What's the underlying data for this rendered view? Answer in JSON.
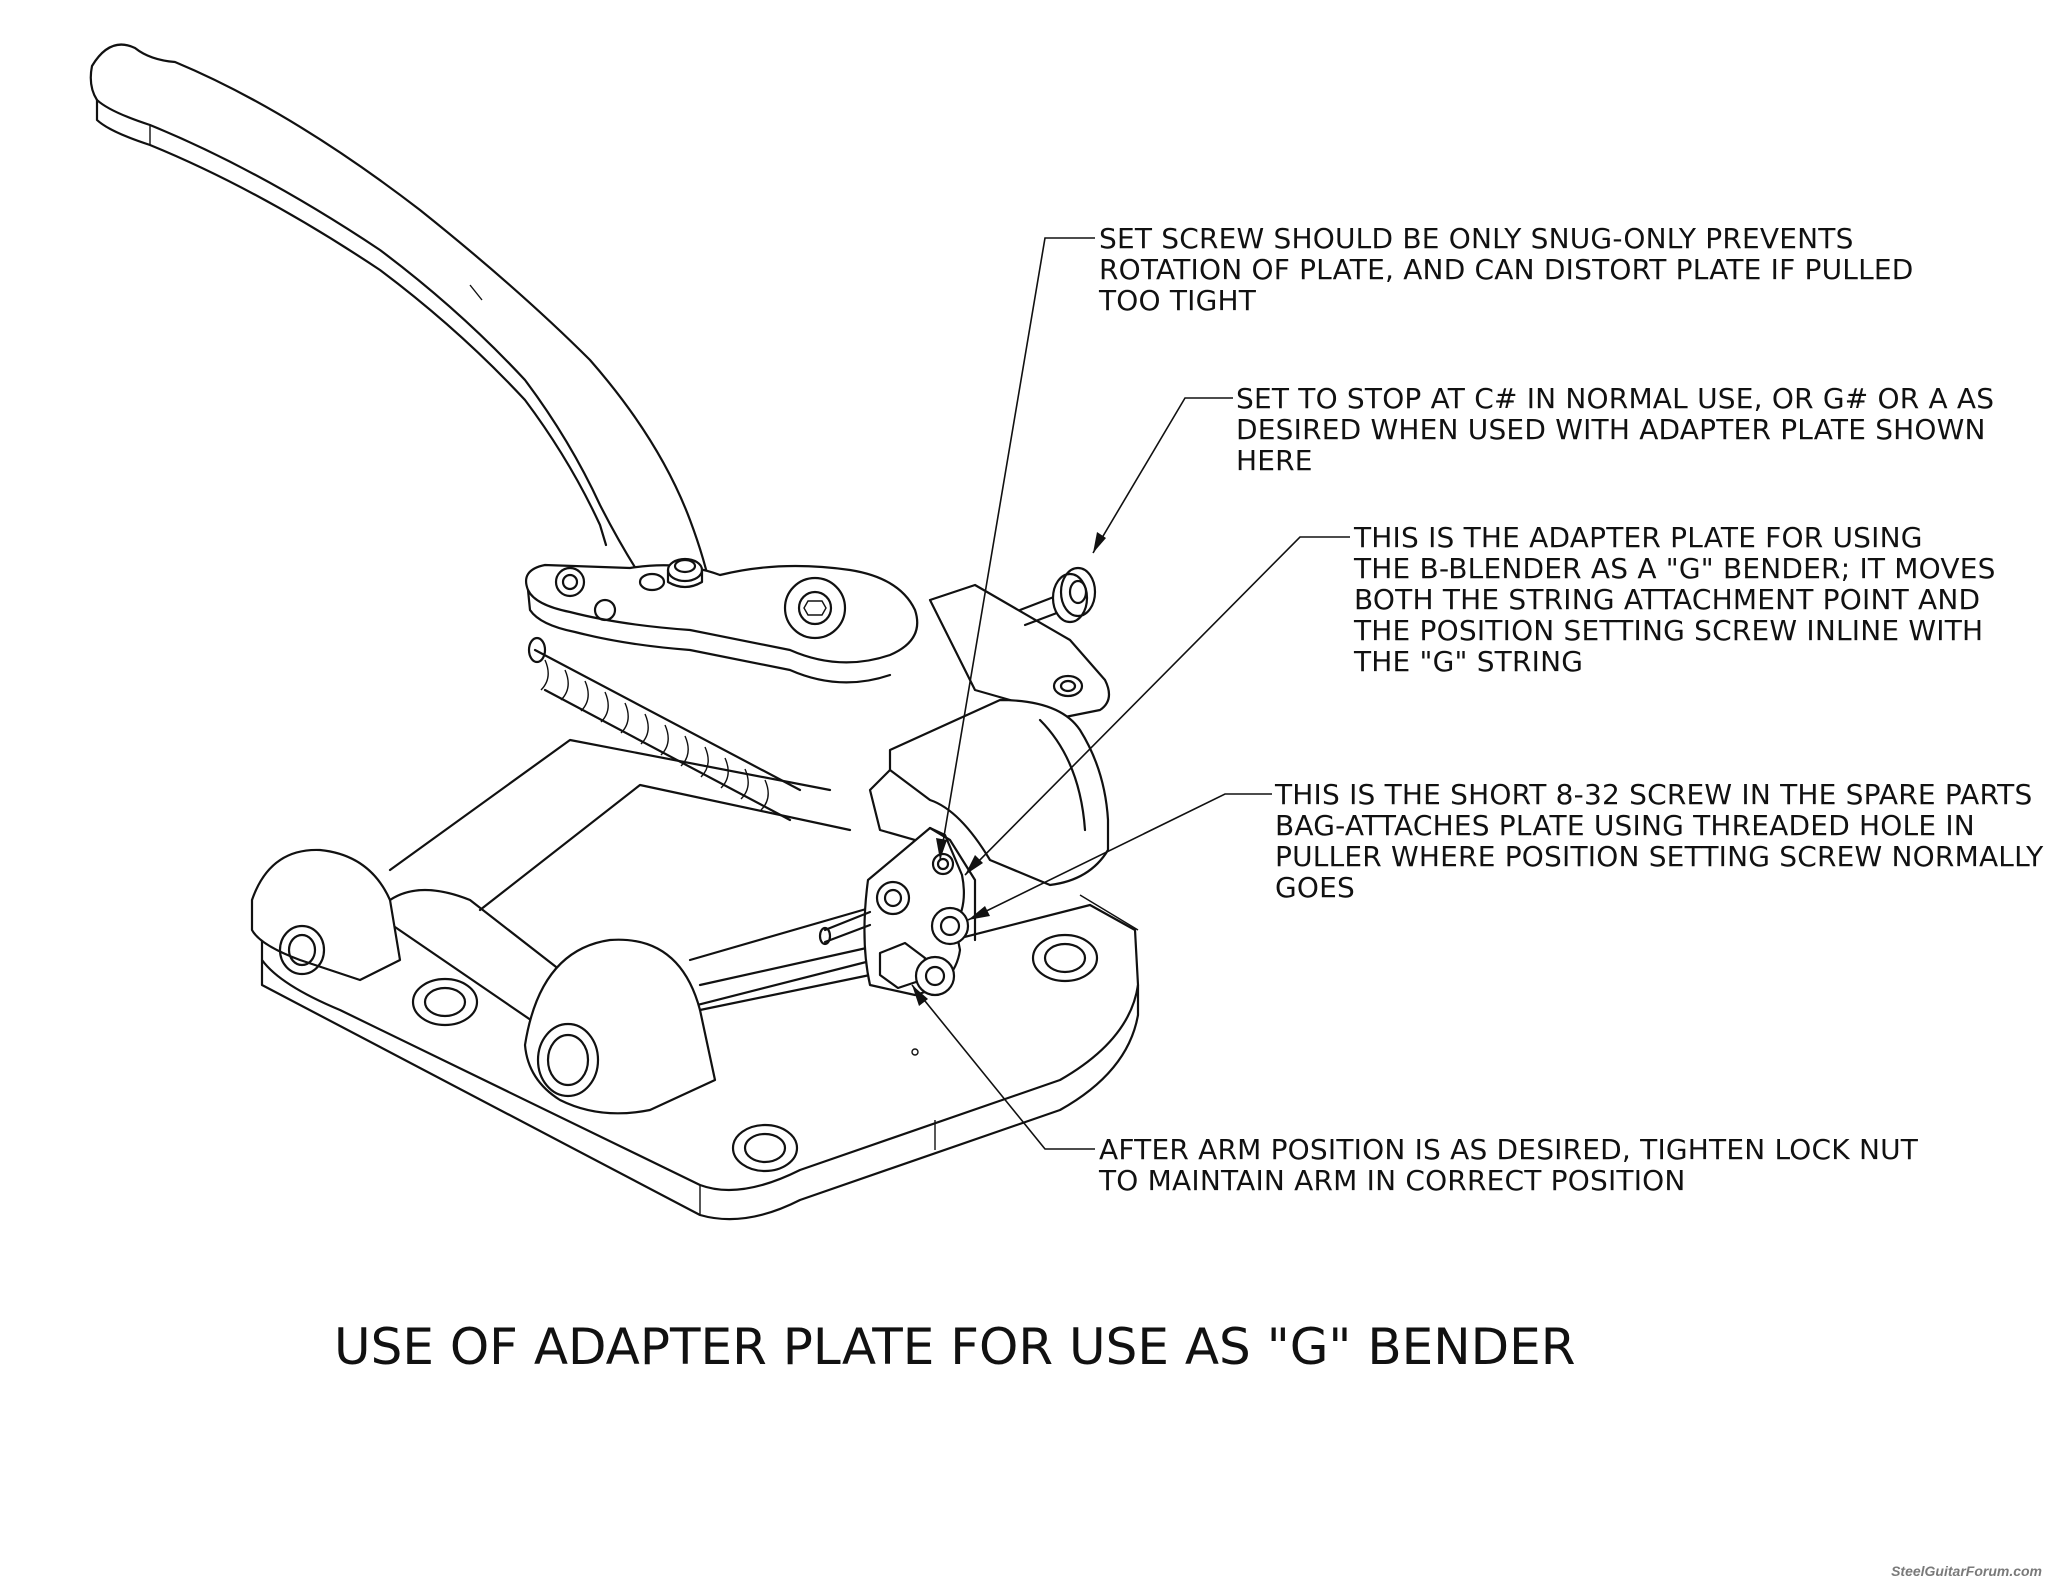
{
  "callouts": {
    "set_screw": {
      "lines": [
        "SET SCREW SHOULD BE ONLY SNUG-ONLY PREVENTS",
        "ROTATION OF PLATE, AND CAN DISTORT PLATE IF PULLED",
        "TOO TIGHT"
      ]
    },
    "stop_screw": {
      "lines": [
        "SET TO STOP AT C# IN NORMAL USE, OR G# OR A AS",
        "DESIRED WHEN USED WITH ADAPTER PLATE SHOWN",
        "HERE"
      ]
    },
    "adapter_plate": {
      "lines": [
        "THIS IS THE ADAPTER PLATE FOR USING",
        "THE B-BLENDER AS A \"G\" BENDER; IT MOVES",
        "BOTH THE STRING ATTACHMENT POINT AND",
        "THE POSITION SETTING SCREW INLINE WITH",
        "THE \"G\" STRING"
      ]
    },
    "short_screw": {
      "lines": [
        "THIS IS THE SHORT 8-32 SCREW IN THE SPARE PARTS",
        "BAG-ATTACHES PLATE USING THREADED HOLE IN",
        "PULLER WHERE POSITION SETTING SCREW NORMALLY",
        "GOES"
      ]
    },
    "lock_nut": {
      "lines": [
        "AFTER ARM POSITION IS AS DESIRED, TIGHTEN LOCK NUT",
        "TO MAINTAIN ARM IN CORRECT POSITION"
      ]
    }
  },
  "title": "USE OF ADAPTER PLATE FOR USE AS \"G\" BENDER",
  "watermark": "SteelGuitarForum.com"
}
